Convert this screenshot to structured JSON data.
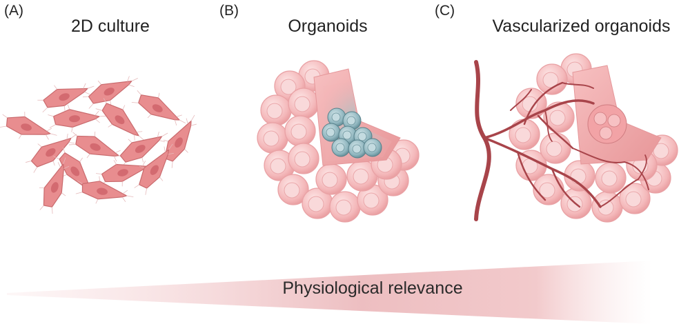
{
  "panels": [
    {
      "letter": "(A)",
      "title": "2D culture"
    },
    {
      "letter": "(B)",
      "title": "Organoids"
    },
    {
      "letter": "(C)",
      "title": "Vascularized organoids"
    }
  ],
  "gradient": {
    "label": "Physiological relevance"
  },
  "colors": {
    "cell_fill": "#e88d8f",
    "cell_stroke": "#c96a6d",
    "cell_nucleus": "#d66a6f",
    "organoid_fill": "#f7c9ca",
    "core_teal": "#8fb8c3",
    "vessel": "#a8444a"
  }
}
